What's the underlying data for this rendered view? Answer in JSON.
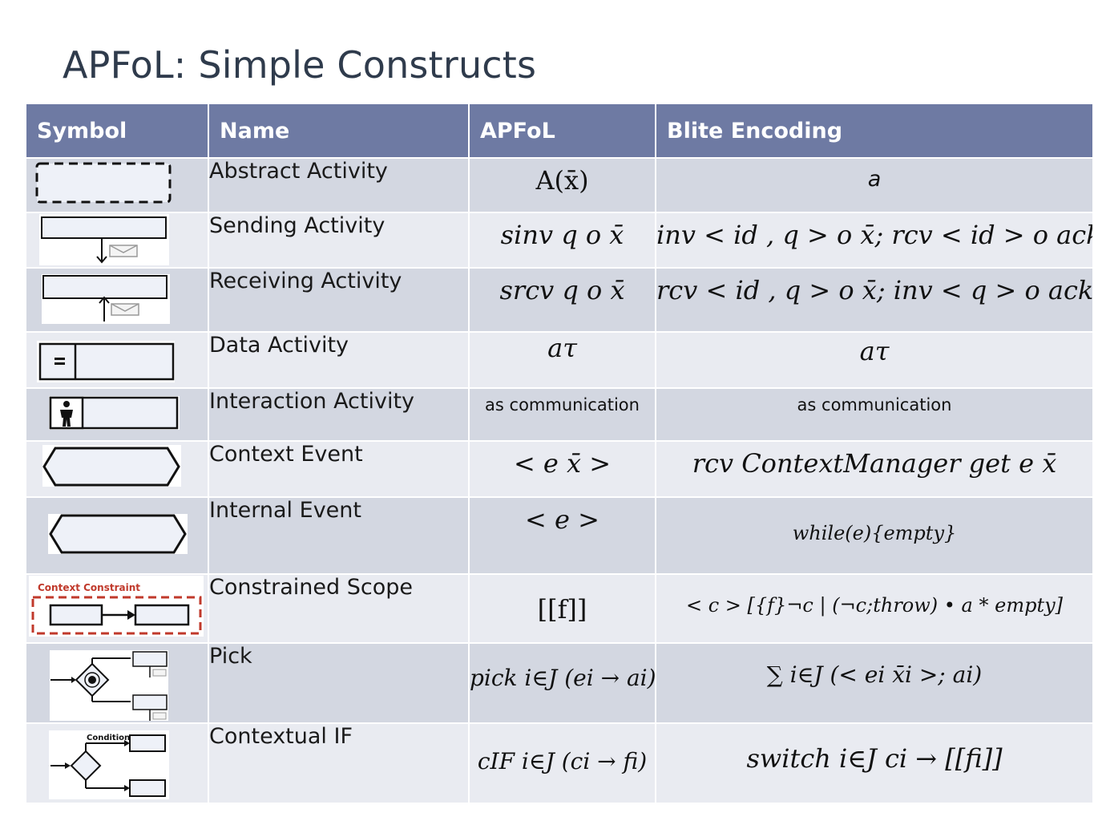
{
  "title": "APFoL: Simple Constructs",
  "headers": {
    "symbol": "Symbol",
    "name": "Name",
    "apfol": "APFoL",
    "blite": "Blite Encoding"
  },
  "rows": [
    {
      "name": "Abstract Activity",
      "apfol": "A(x̄)",
      "blite": "a",
      "icon": "dashed-activity-icon"
    },
    {
      "name": "Sending Activity",
      "apfol": "sinv q o x̄",
      "blite": "inv < id , q > o x̄; rcv < id > o ack",
      "icon": "send-activity-icon"
    },
    {
      "name": "Receiving Activity",
      "apfol": "srcv q o x̄",
      "blite": "rcv < id , q > o x̄; inv < q > o ack",
      "icon": "receive-activity-icon"
    },
    {
      "name": "Data Activity",
      "apfol": "aτ",
      "blite": "aτ",
      "icon": "data-activity-icon"
    },
    {
      "name": "Interaction Activity",
      "apfol": "as communication",
      "blite": "as communication",
      "icon": "interaction-activity-icon"
    },
    {
      "name": "Context Event",
      "apfol": "< e x̄ >",
      "blite": "rcv ContextManager get e x̄",
      "icon": "context-event-icon"
    },
    {
      "name": "Internal Event",
      "apfol": "< e >",
      "blite": "while(e){empty}",
      "icon": "internal-event-icon"
    },
    {
      "name": "Constrained Scope",
      "apfol": "[[f]]",
      "blite": "< c > [{f}¬c | (¬c;throw) • a * empty]",
      "icon": "constrained-scope-icon",
      "icon_label": "Context Constraint"
    },
    {
      "name": "Pick",
      "apfol": "pick i∈J (ei → ai)",
      "blite": "∑ i∈J (< ei x̄i >; ai)",
      "icon": "pick-icon"
    },
    {
      "name": "Contextual IF",
      "apfol": "cIF i∈J (ci → fi)",
      "blite": "switch i∈J ci → [[fi]]",
      "icon": "contextual-if-icon",
      "icon_label": "Condition"
    }
  ]
}
